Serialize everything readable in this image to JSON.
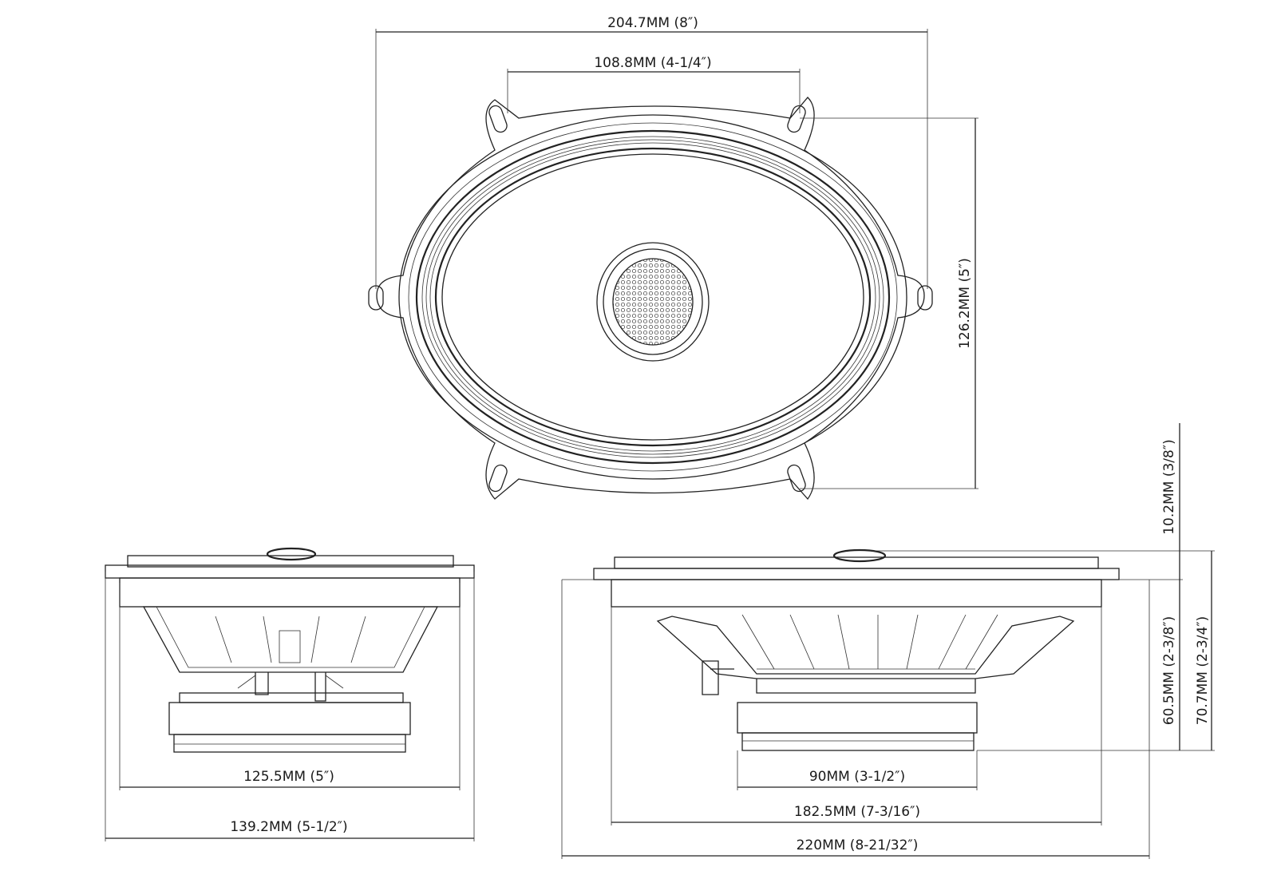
{
  "dimensions": {
    "top_overall_width": "204.7MM (8″)",
    "top_hole_spacing": "108.8MM (4-1/4″)",
    "top_height": "126.2MM (5″)",
    "left_inner_width": "125.5MM (5″)",
    "left_outer_width": "139.2MM (5-1/2″)",
    "right_magnet_width": "90MM (3-1/2″)",
    "right_inner_width": "182.5MM (7-3/16″)",
    "right_outer_width": "220MM (8-21/32″)",
    "right_tweeter_height": "10.2MM (3/8″)",
    "right_mount_depth": "60.5MM (2-3/8″)",
    "right_total_depth": "70.7MM (2-3/4″)"
  }
}
